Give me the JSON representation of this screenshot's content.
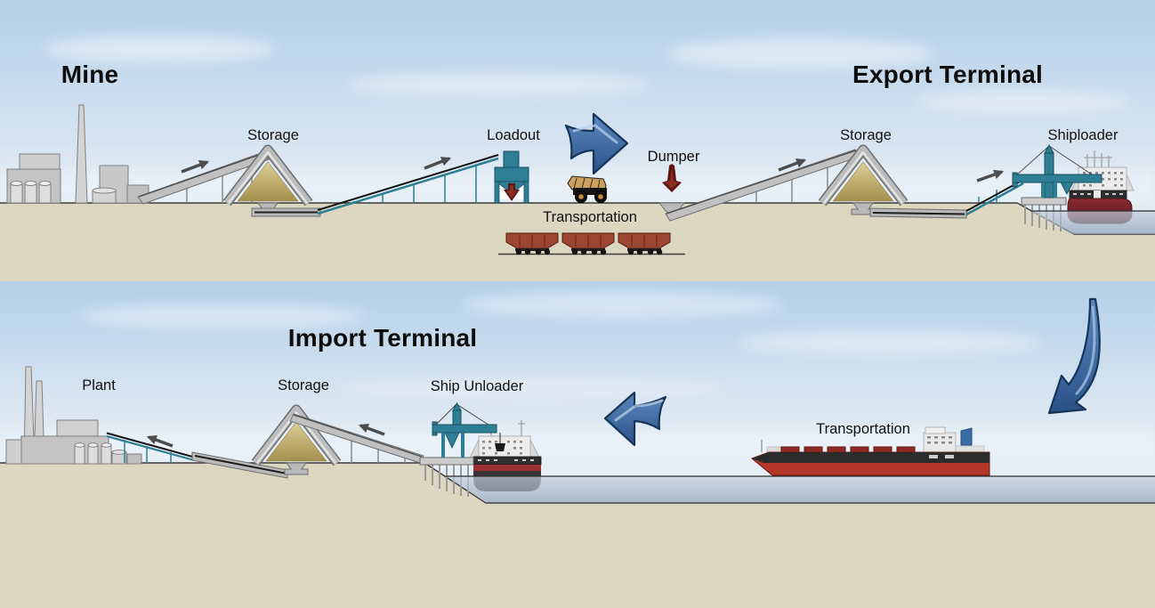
{
  "titles": {
    "mine": "Mine",
    "export_terminal": "Export Terminal",
    "import_terminal": "Import Terminal"
  },
  "labels": {
    "mine_storage": "Storage",
    "loadout": "Loadout",
    "dumper": "Dumper",
    "rail_transportation": "Transportation",
    "export_storage": "Storage",
    "shiploader": "Shiploader",
    "plant": "Plant",
    "import_storage": "Storage",
    "ship_unloader": "Ship Unloader",
    "sea_transportation": "Transportation"
  },
  "process_flow": {
    "export_chain": [
      "Mine",
      "Storage",
      "Loadout",
      "Transportation",
      "Dumper",
      "Storage",
      "Shiploader"
    ],
    "import_chain": [
      "Transportation",
      "Ship Unloader",
      "Storage",
      "Plant"
    ]
  },
  "colors": {
    "flow_arrow_blue": "#3e6da6",
    "equipment_teal": "#2e7f95",
    "drop_arrow_maroon": "#5f1511",
    "ground_beige": "#dcd7c0",
    "stockpile_tan": "#c4b372",
    "water_blue_gray": "#a7b6c8",
    "bulk_ship_red": "#b5372a",
    "export_ship_hull": "#7a2126",
    "structure_gray": "#c0c0c0"
  }
}
